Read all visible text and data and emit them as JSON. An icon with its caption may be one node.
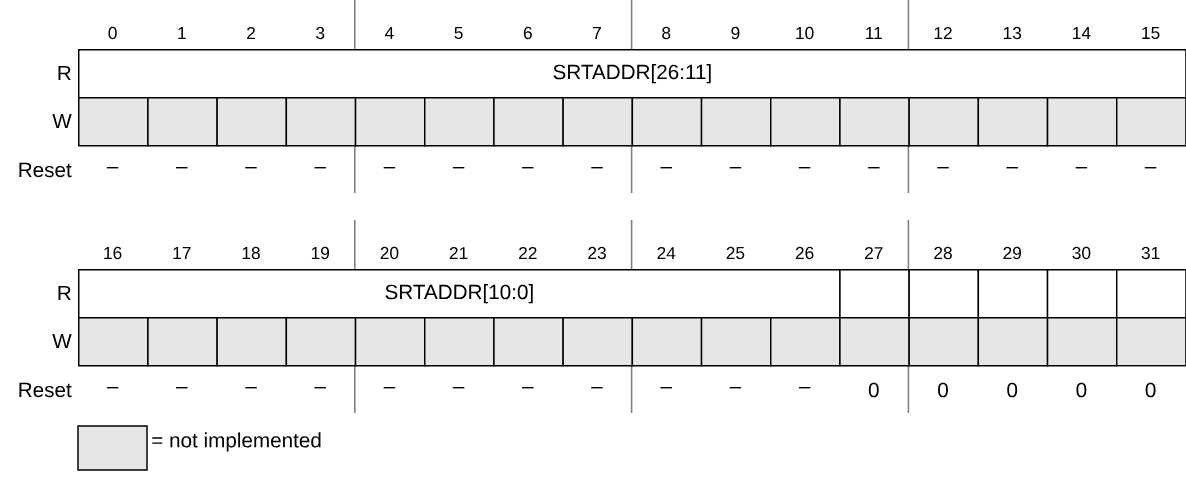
{
  "diagram": {
    "nodes": [
      {
        "text": [
          "SRTADDR[26:11]"
        ]
      },
      {
        "text": [],
        "shape": "box"
      },
      {
        "text": [],
        "shape": "box"
      },
      {
        "text": [],
        "shape": "box"
      },
      {
        "text": [],
        "shape": "box"
      },
      {
        "text": [],
        "shape": "box"
      },
      {
        "text": [],
        "shape": "box"
      },
      {
        "text": [],
        "shape": "box"
      },
      {
        "text": [],
        "shape": "box"
      },
      {
        "text": [],
        "shape": "box"
      },
      {
        "text": [],
        "shape": "box"
      },
      {
        "text": [],
        "shape": "box"
      },
      {
        "text": [],
        "shape": "box"
      },
      {
        "text": [],
        "shape": "box"
      },
      {
        "text": [],
        "shape": "box"
      },
      {
        "text": [],
        "shape": "box"
      },
      {
        "text": [],
        "shape": "box"
      },
      {
        "text": [
          "SRTADDR[10:0]"
        ]
      },
      {
        "text": [],
        "shape": "box"
      },
      {
        "text": [],
        "shape": "box"
      },
      {
        "text": [],
        "shape": "box"
      },
      {
        "text": [],
        "shape": "box"
      },
      {
        "text": [],
        "shape": "box"
      },
      {
        "text": [],
        "shape": "box"
      },
      {
        "text": [],
        "shape": "box"
      },
      {
        "text": [],
        "shape": "box"
      },
      {
        "text": [],
        "shape": "box"
      },
      {
        "text": [],
        "shape": "box"
      },
      {
        "text": [],
        "shape": "box"
      },
      {
        "text": [],
        "shape": "box"
      },
      {
        "text": [],
        "shape": "box"
      },
      {
        "text": [],
        "shape": "box"
      },
      {
        "text": [],
        "shape": "box"
      },
      {
        "text": [],
        "shape": "box"
      },
      {
        "text": [],
        "shape": "box"
      },
      {
        "text": [],
        "shape": "box"
      },
      {
        "text": [],
        "shape": "box"
      },
      {
        "text": [],
        "shape": "box"
      },
      {
        "text": [],
        "shape": "box"
      }
    ],
    "labels": [
      "0",
      "1",
      "2",
      "3",
      "4",
      "5",
      "6",
      "7",
      "8",
      "9",
      "10",
      "11",
      "12",
      "13",
      "14",
      "15",
      "R",
      "W",
      "Reset",
      "–",
      "–",
      "–",
      "–",
      "–",
      "–",
      "–",
      "–",
      "–",
      "–",
      "–",
      "–",
      "–",
      "–",
      "–",
      "–",
      "16",
      "17",
      "18",
      "19",
      "20",
      "21",
      "22",
      "23",
      "24",
      "25",
      "26",
      "27",
      "28",
      "29",
      "30",
      "31",
      "R",
      "W",
      "Reset",
      "–",
      "–",
      "–",
      "–",
      "–",
      "–",
      "–",
      "–",
      "–",
      "–",
      "–",
      "0",
      "0",
      "0",
      "0",
      "0"
    ],
    "legend": [
      {
        "text": "= not implemented",
        "color": "#e6e6e6"
      }
    ]
  }
}
